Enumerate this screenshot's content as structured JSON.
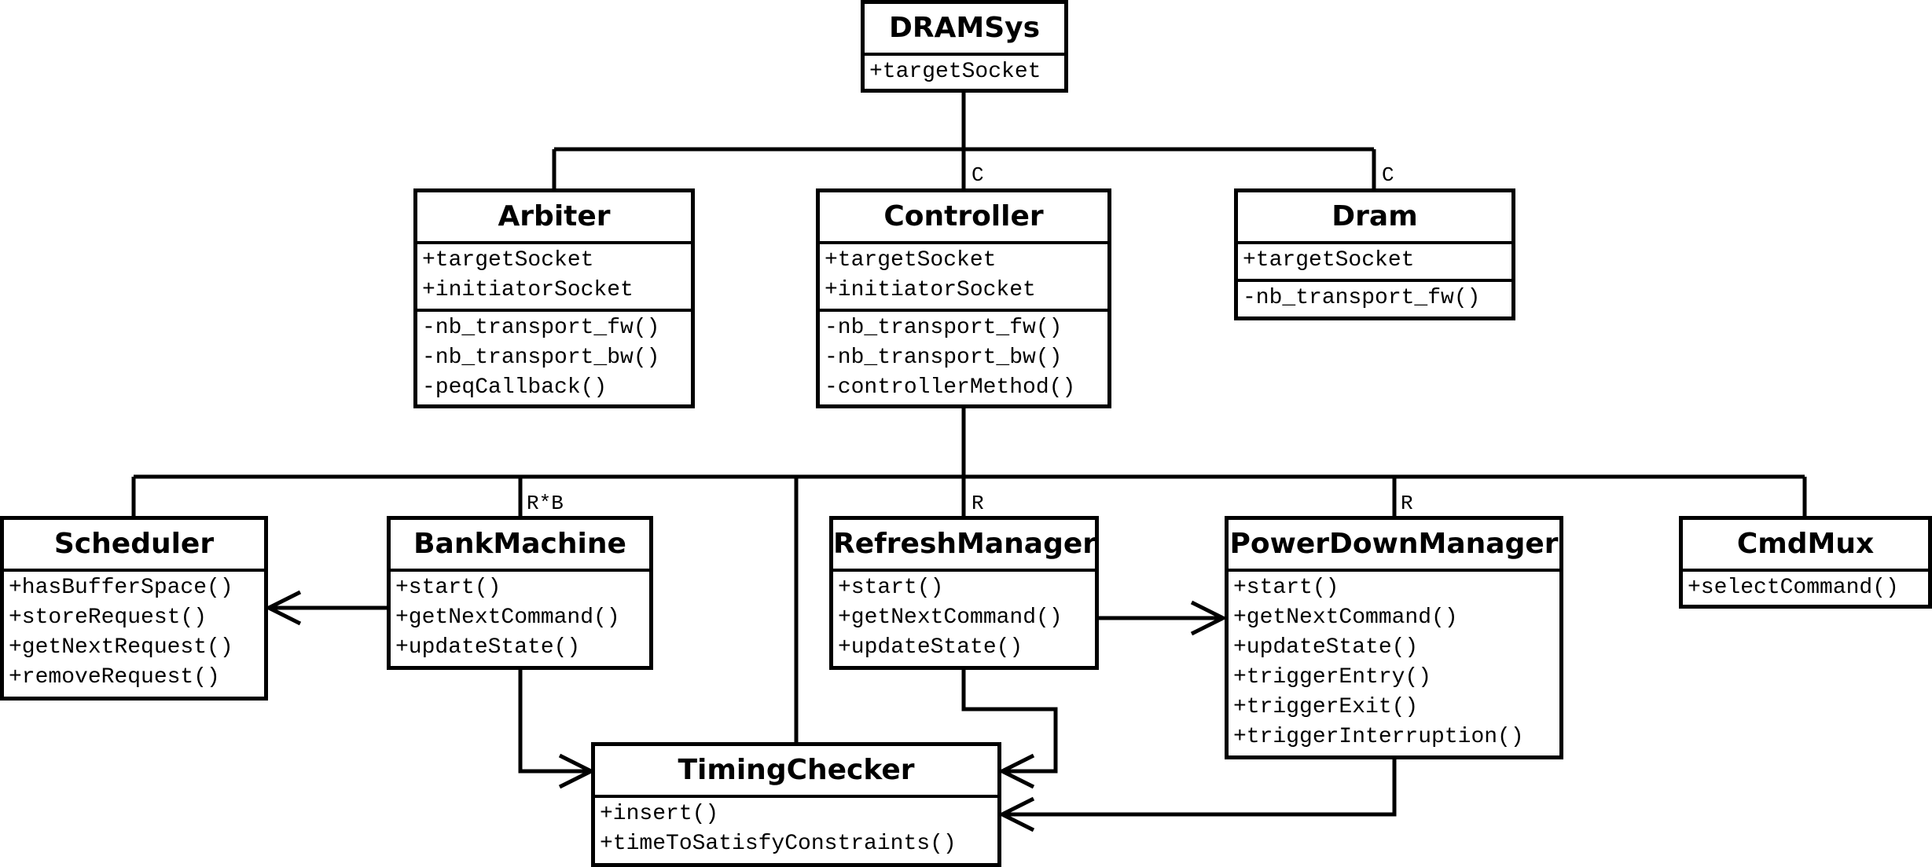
{
  "classes": {
    "dramsys": {
      "name": "DRAMSys",
      "attributes": [
        "+targetSocket"
      ],
      "methods": []
    },
    "arbiter": {
      "name": "Arbiter",
      "attributes": [
        "+targetSocket",
        "+initiatorSocket"
      ],
      "methods": [
        "-nb_transport_fw()",
        "-nb_transport_bw()",
        "-peqCallback()"
      ]
    },
    "controller": {
      "name": "Controller",
      "attributes": [
        "+targetSocket",
        "+initiatorSocket"
      ],
      "methods": [
        "-nb_transport_fw()",
        "-nb_transport_bw()",
        "-controllerMethod()"
      ]
    },
    "dram": {
      "name": "Dram",
      "attributes": [
        "+targetSocket"
      ],
      "methods": [
        "-nb_transport_fw()"
      ]
    },
    "scheduler": {
      "name": "Scheduler",
      "attributes": [],
      "methods": [
        "+hasBufferSpace()",
        "+storeRequest()",
        "+getNextRequest()",
        "+removeRequest()"
      ]
    },
    "bankmachine": {
      "name": "BankMachine",
      "attributes": [],
      "methods": [
        "+start()",
        "+getNextCommand()",
        "+updateState()"
      ]
    },
    "refreshmanager": {
      "name": "RefreshManager",
      "attributes": [],
      "methods": [
        "+start()",
        "+getNextCommand()",
        "+updateState()"
      ]
    },
    "powerdownmanager": {
      "name": "PowerDownManager",
      "attributes": [],
      "methods": [
        "+start()",
        "+getNextCommand()",
        "+updateState()",
        "+triggerEntry()",
        "+triggerExit()",
        "+triggerInterruption()"
      ]
    },
    "cmdmux": {
      "name": "CmdMux",
      "attributes": [],
      "methods": [
        "+selectCommand()"
      ]
    },
    "timingchecker": {
      "name": "TimingChecker",
      "attributes": [],
      "methods": [
        "+insert()",
        "+timeToSatisfyConstraints()"
      ]
    }
  },
  "multiplicities": {
    "controller": "C",
    "dram": "C",
    "bankmachine": "R*B",
    "refreshmanager": "R",
    "powerdownmanager": "R"
  }
}
